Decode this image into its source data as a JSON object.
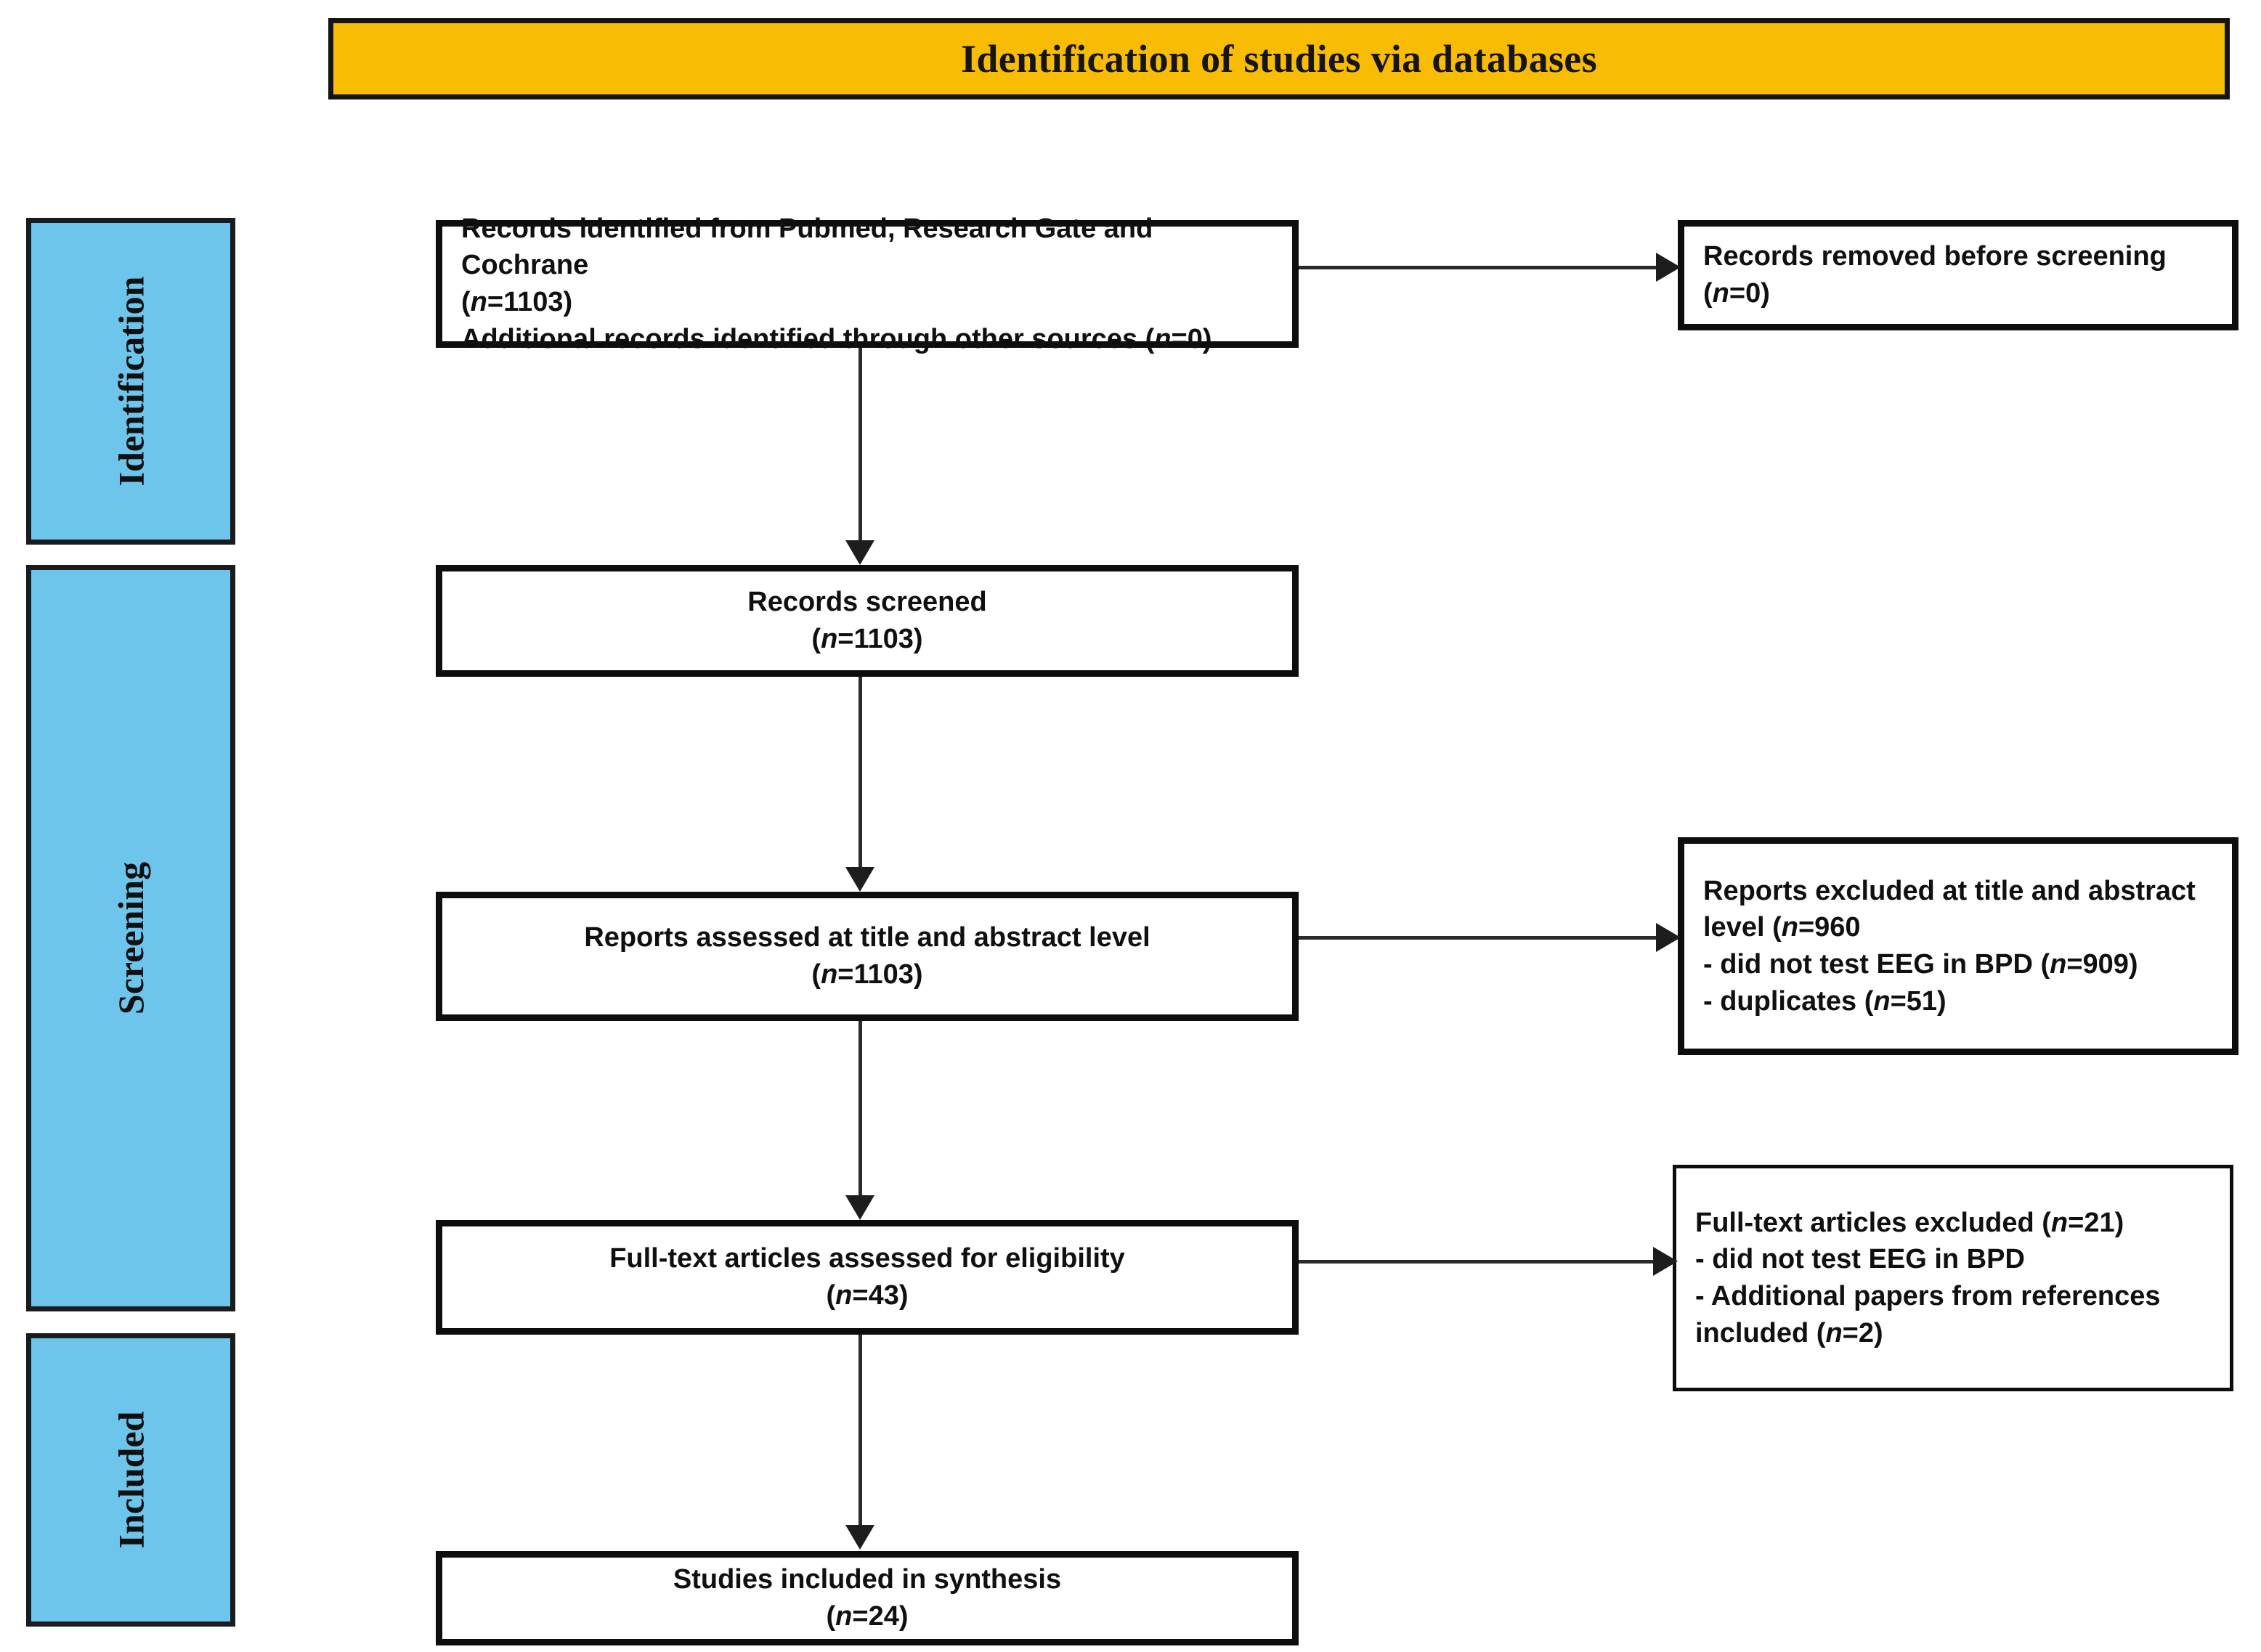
{
  "banner": {
    "title": "Identification of studies via databases"
  },
  "colors": {
    "banner_background": "#F9BC04",
    "stage_background": "#6DC5EC",
    "border": "#0D0D0D",
    "page_background": "#FFFFFF"
  },
  "stages": [
    {
      "id": "identification",
      "label": "Identification"
    },
    {
      "id": "screening",
      "label": "Screening"
    },
    {
      "id": "included",
      "label": "Included"
    }
  ],
  "boxes": {
    "identified": {
      "line1": "Records identified from Pubmed, Research Gate and Cochrane",
      "line2_prefix": "(",
      "line2_italic": "n",
      "line2_suffix": "=1103)",
      "line3_prefix": "Additional records identified through other sources (",
      "line3_italic": "n",
      "line3_suffix": "=0)"
    },
    "removed": {
      "prefix": "Records removed before screening (",
      "italic": "n",
      "suffix": "=0)"
    },
    "screened": {
      "line1": "Records screened",
      "line2_prefix": "(",
      "line2_italic": "n",
      "line2_suffix": "=1103)"
    },
    "assessed": {
      "line1": "Reports assessed at title and abstract level",
      "line2_prefix": "(",
      "line2_italic": "n",
      "line2_suffix": "=1103)"
    },
    "excluded_title_abstract": {
      "line1_prefix": "Reports excluded at title and abstract level (",
      "line1_italic": "n",
      "line1_suffix": "=960",
      "line2_prefix": "- did not test EEG in BPD (",
      "line2_italic": "n",
      "line2_suffix": "=909)",
      "line3_prefix": "- duplicates (",
      "line3_italic": "n",
      "line3_suffix": "=51)"
    },
    "fulltext": {
      "line1": "Full-text articles assessed for eligibility",
      "line2_prefix": "(",
      "line2_italic": "n",
      "line2_suffix": "=43)"
    },
    "fulltext_excluded": {
      "line1_prefix": "Full-text articles excluded (",
      "line1_italic": "n",
      "line1_suffix": "=21)",
      "line2": "- did not test EEG in BPD",
      "line3_prefix": "- Additional papers from references included (",
      "line3_italic": "n",
      "line3_suffix": "=2)"
    },
    "synthesis": {
      "line1": "Studies included in synthesis",
      "line2_prefix": "(",
      "line2_italic": "n",
      "line2_suffix": "=24)"
    }
  },
  "counts": {
    "records_identified": 1103,
    "additional_records": 0,
    "records_removed_before_screening": 0,
    "records_screened": 1103,
    "reports_assessed_title_abstract": 1103,
    "reports_excluded_title_abstract": 960,
    "excluded_did_not_test_eeg_in_bpd": 909,
    "excluded_duplicates": 51,
    "fulltext_assessed": 43,
    "fulltext_excluded": 21,
    "additional_papers_from_references": 2,
    "studies_included_in_synthesis": 24
  }
}
